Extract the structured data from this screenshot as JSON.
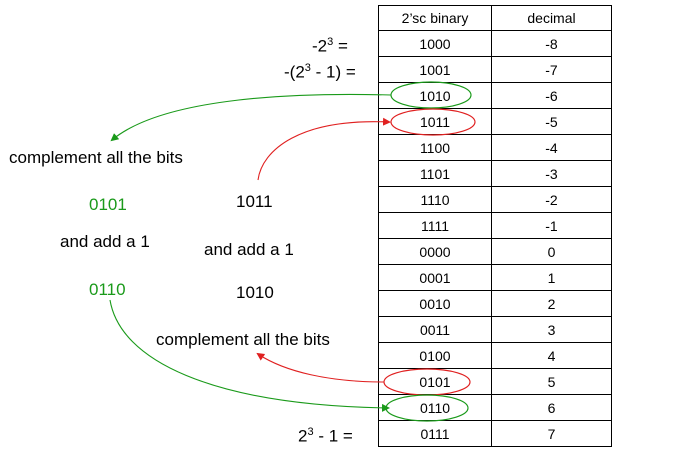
{
  "table": {
    "headers": [
      "2’sc binary",
      "decimal"
    ],
    "rows": [
      {
        "binary": "1000",
        "decimal": "-8"
      },
      {
        "binary": "1001",
        "decimal": "-7"
      },
      {
        "binary": "1010",
        "decimal": "-6"
      },
      {
        "binary": "1011",
        "decimal": "-5"
      },
      {
        "binary": "1100",
        "decimal": "-4"
      },
      {
        "binary": "1101",
        "decimal": "-3"
      },
      {
        "binary": "1110",
        "decimal": "-2"
      },
      {
        "binary": "1111",
        "decimal": "-1"
      },
      {
        "binary": "0000",
        "decimal": "0"
      },
      {
        "binary": "0001",
        "decimal": "1"
      },
      {
        "binary": "0010",
        "decimal": "2"
      },
      {
        "binary": "0011",
        "decimal": "3"
      },
      {
        "binary": "0100",
        "decimal": "4"
      },
      {
        "binary": "0101",
        "decimal": "5"
      },
      {
        "binary": "0110",
        "decimal": "6"
      },
      {
        "binary": "0111",
        "decimal": "7"
      }
    ]
  },
  "labels": {
    "min_base": "-2",
    "min_exp": "3",
    "min_tail": " =",
    "minplus_head": "-(2",
    "minplus_exp": "3",
    "minplus_tail": " - 1) =",
    "max_base": "2",
    "max_exp": "3",
    "max_tail": " - 1 ="
  },
  "green_steps": {
    "complement": "complement all the bits",
    "value1": "0101",
    "add_one": "and add a 1",
    "value2": "0110"
  },
  "red_steps": {
    "value1": "1011",
    "add_one": "and add a 1",
    "value2": "1010",
    "complement": "complement all the bits"
  },
  "colors": {
    "green": "#1a9a1a",
    "red": "#e02020",
    "grid": "#000000"
  }
}
